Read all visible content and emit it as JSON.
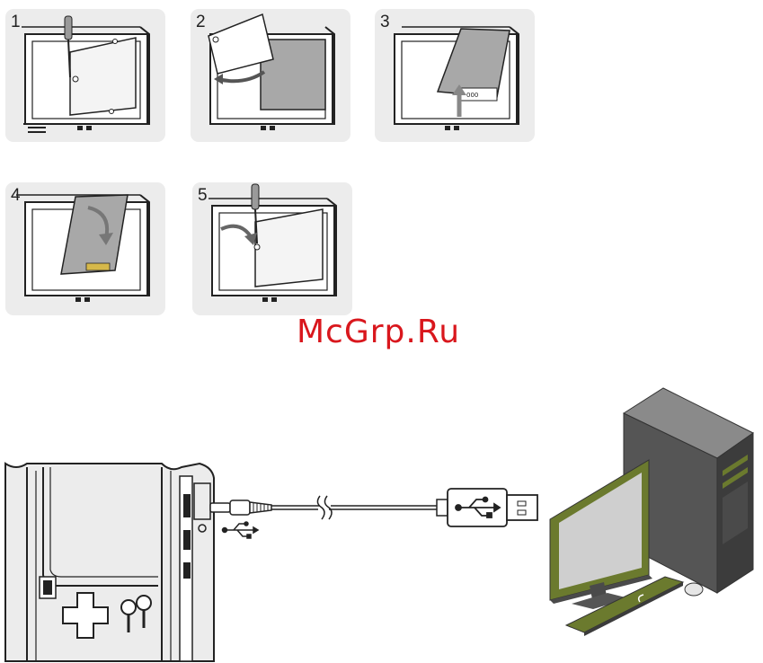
{
  "steps": [
    {
      "number": "1",
      "action": "unscrew-cover"
    },
    {
      "number": "2",
      "action": "remove-cover"
    },
    {
      "number": "3",
      "action": "remove-battery"
    },
    {
      "number": "4",
      "action": "insert-battery"
    },
    {
      "number": "5",
      "action": "screw-cover"
    }
  ],
  "watermark": "McGrp.Ru",
  "colors": {
    "panel_bg": "#ececec",
    "line": "#1a1a1a",
    "battery": "#a8a8a8",
    "monitor_frame": "#6b7a2e",
    "screen": "#cfcfcf",
    "tower": "#555555",
    "watermark": "#d9171d"
  }
}
